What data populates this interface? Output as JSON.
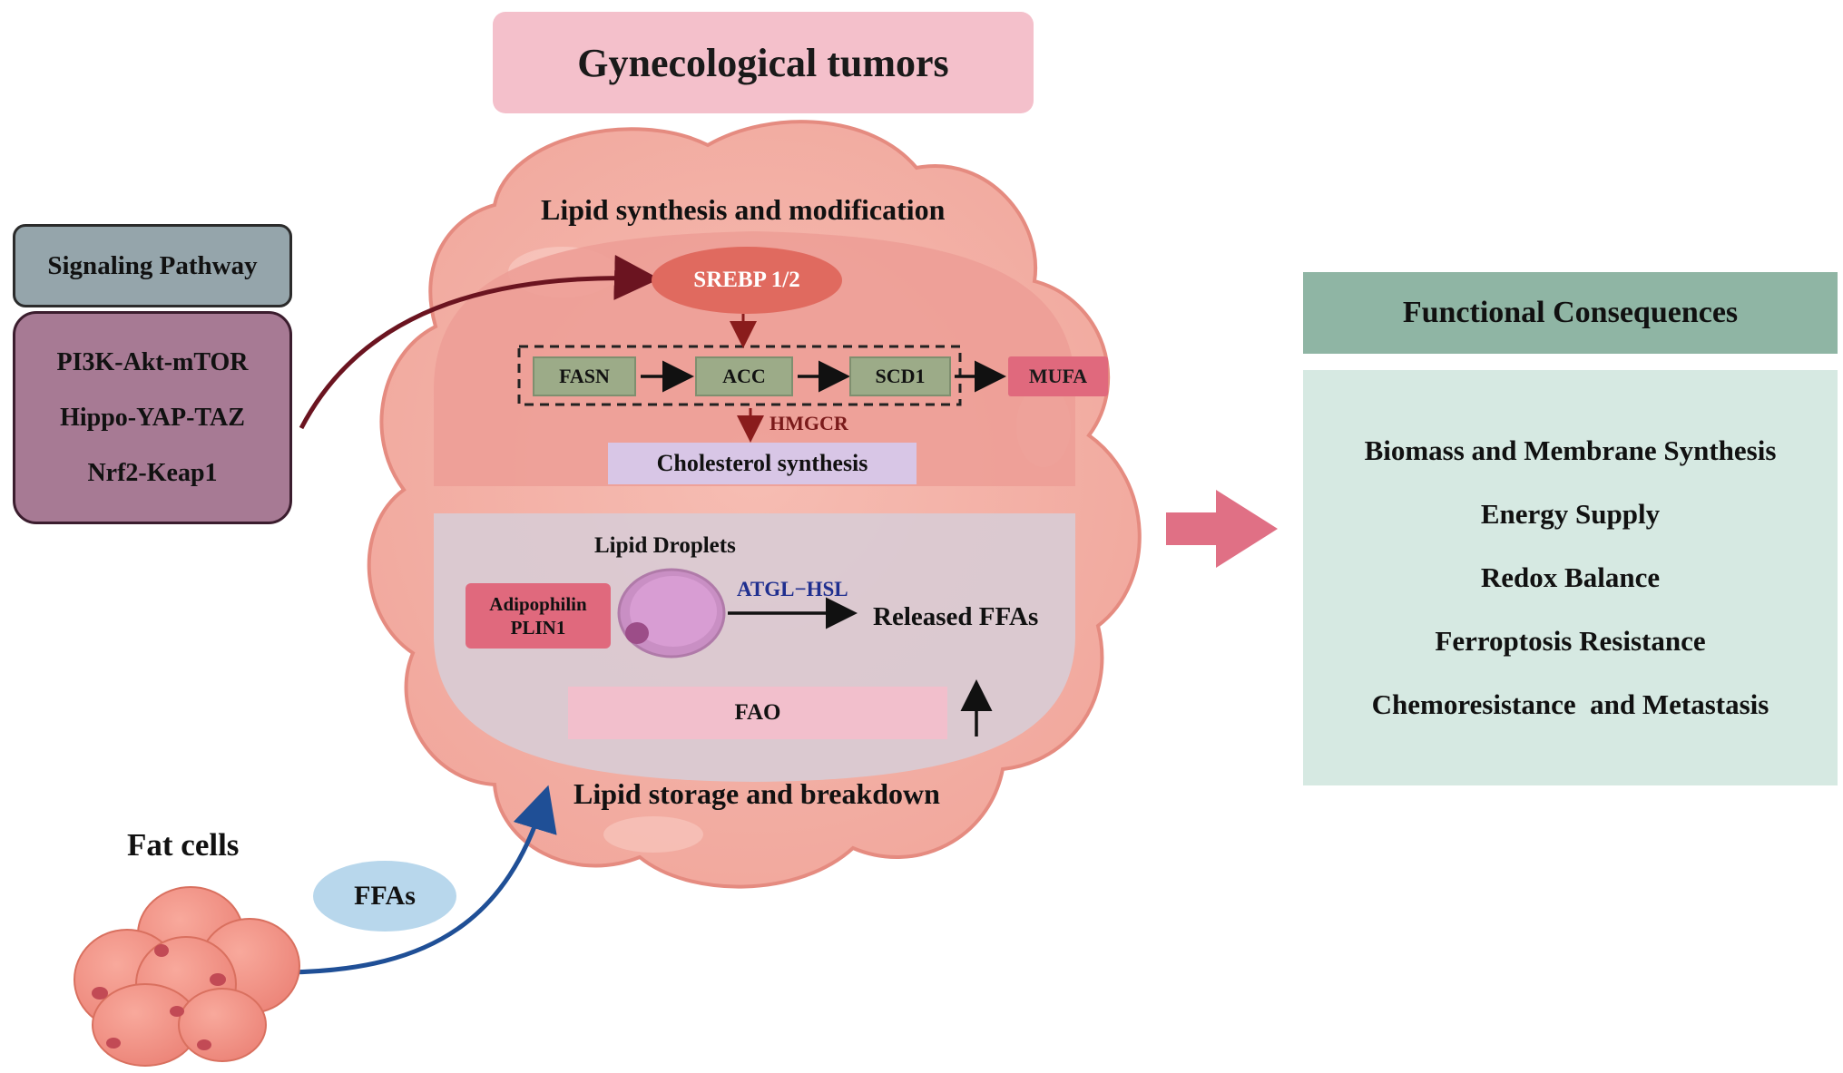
{
  "title": "Gynecological tumors",
  "signaling": {
    "header": "Signaling Pathway",
    "items": [
      "PI3K-Akt-mTOR",
      "Hippo-YAP-TAZ",
      "Nrf2-Keap1"
    ]
  },
  "synthesis": {
    "section_title": "Lipid synthesis and modification",
    "srebp": "SREBP 1/2",
    "enzymes": [
      "FASN",
      "ACC",
      "SCD1"
    ],
    "product": "MUFA",
    "hmgcr": "HMGCR",
    "cholesterol": "Cholesterol synthesis"
  },
  "storage": {
    "section_title": "Lipid storage and breakdown",
    "droplets_label": "Lipid Droplets",
    "coat_proteins": [
      "Adipophilin",
      "PLIN1"
    ],
    "lipase": "ATGL−HSL",
    "released": "Released FFAs",
    "fao": "FAO"
  },
  "fat": {
    "label": "Fat cells",
    "ffas": "FFAs"
  },
  "consequences": {
    "header": "Functional Consequences",
    "items": [
      "Biomass and Membrane Synthesis",
      "Energy Supply",
      "Redox Balance",
      "Ferroptosis Resistance",
      "Chemoresistance  and Metastasis"
    ]
  },
  "colors": {
    "cell_fill": "#f5b2a8",
    "cell_edge": "#e58b80",
    "synthesis_panel": "#ed9e97",
    "storage_panel": "#d9cbd4",
    "signal_arrow": "#6b1420",
    "ffa_arrow": "#1f4f96",
    "big_arrow": "#e07085"
  }
}
